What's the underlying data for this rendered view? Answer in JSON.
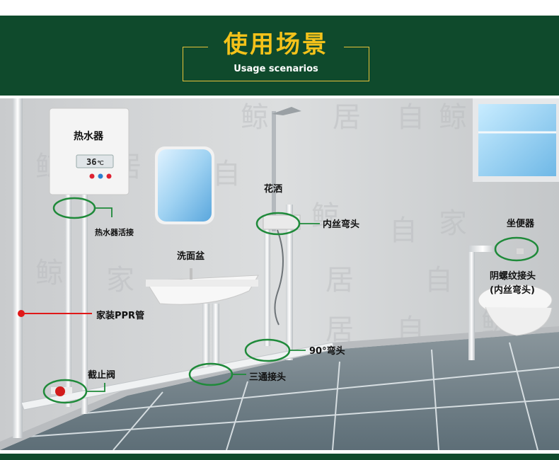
{
  "header": {
    "title": "使用场景",
    "subtitle": "Usage scenarios"
  },
  "heater": {
    "title": "热水器",
    "display": "36",
    "unit": "℃"
  },
  "labels": {
    "heater_fitting": "热水器活接",
    "basin": "洗面盆",
    "shower": "花洒",
    "female_elbow_1": "内丝弯头",
    "toilet": "坐便器",
    "female_thread": "阴螺纹接头",
    "female_elbow_2": "(内丝弯头)",
    "ppr_pipe": "家装PPR管",
    "elbow_90": "90°弯头",
    "stop_valve": "截止阀",
    "tee": "三通接头"
  },
  "colors": {
    "brand_green": "#0f4a2c",
    "gold": "#f4c21a",
    "callout_green": "#1f8a3a",
    "pipe_pointer_red": "#e01818"
  }
}
